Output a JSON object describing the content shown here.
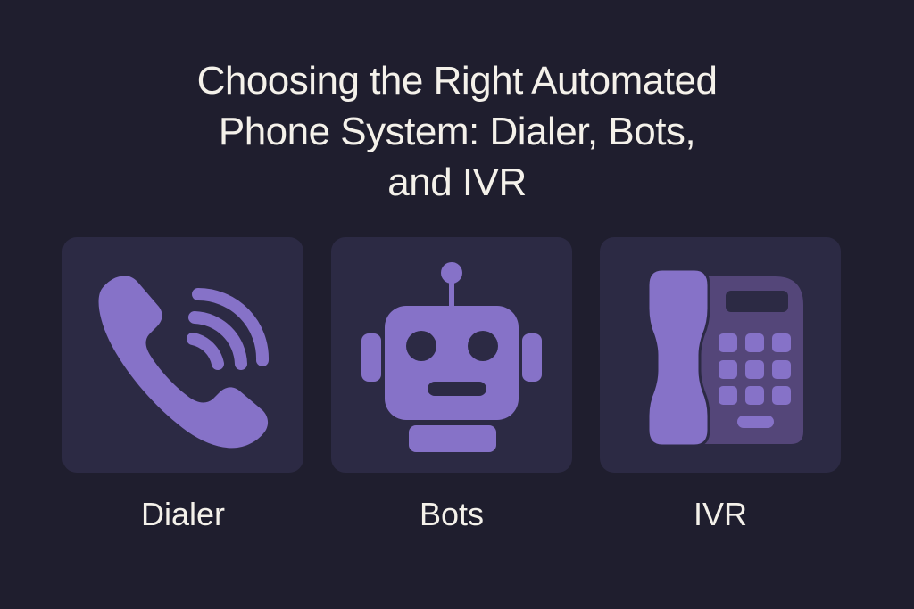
{
  "title": {
    "line1": "Choosing the Right Automated",
    "line2": "Phone System: Dialer, Bots,",
    "line3": "and IVR"
  },
  "colors": {
    "background": "#1f1e2e",
    "card": "#2c2a44",
    "icon": "#8672c8",
    "icon_secondary": "#544679",
    "text": "#f4f1ea"
  },
  "cards": [
    {
      "label": "Dialer",
      "icon": "phone-ringing-icon"
    },
    {
      "label": "Bots",
      "icon": "robot-icon"
    },
    {
      "label": "IVR",
      "icon": "desk-phone-keypad-icon"
    }
  ]
}
